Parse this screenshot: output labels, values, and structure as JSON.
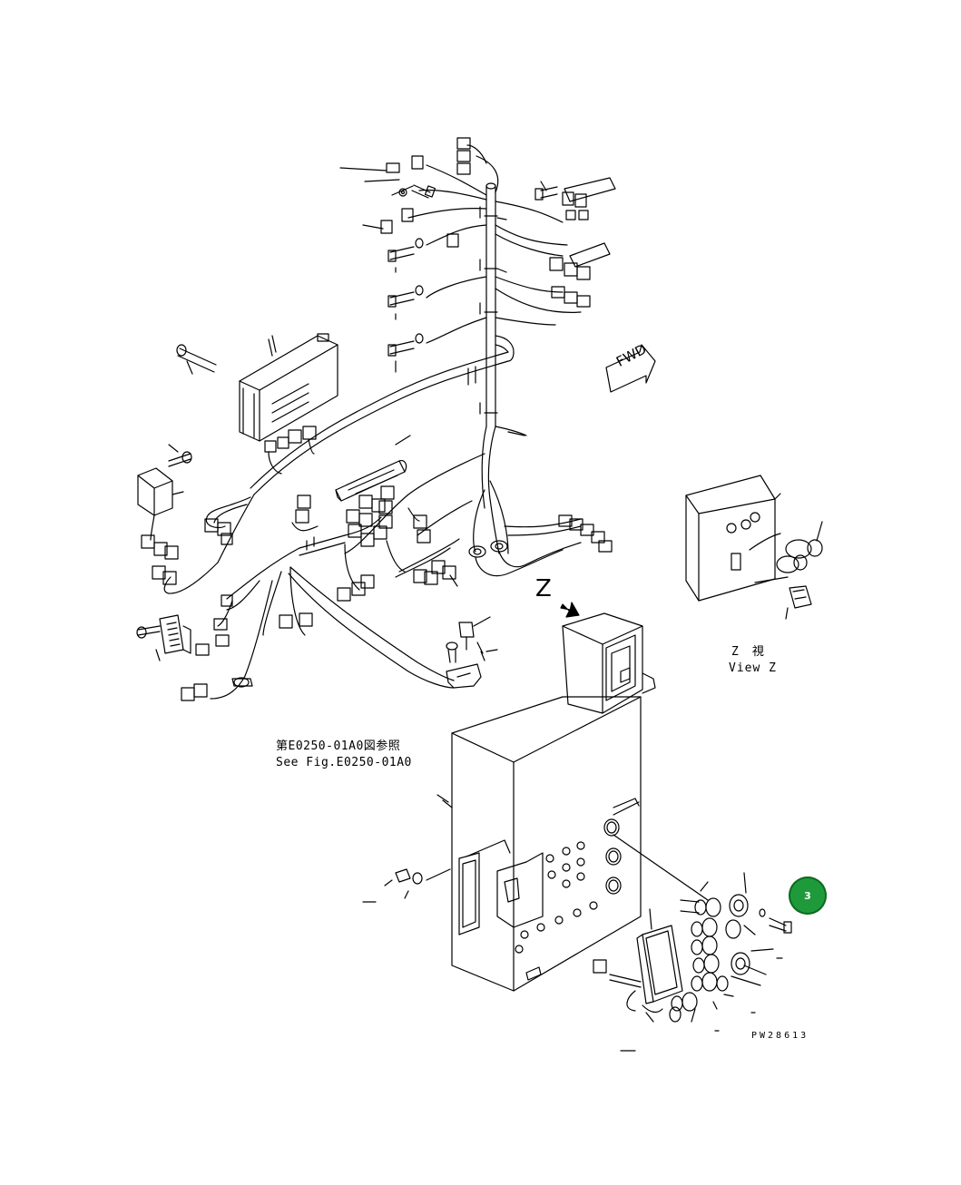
{
  "labels": {
    "fwd": "FWD",
    "view_z_letter": "Z",
    "view_jp": "Z　視",
    "view_en": "View Z",
    "ref_jp": "第E0250-01A0図参照",
    "ref_en": "See Fig.E0250-01A0",
    "drawing_code": "PW28613"
  },
  "callout": {
    "number": "3",
    "color": "#1f9a3a"
  },
  "colors": {
    "line": "#000000",
    "background": "#ffffff"
  }
}
